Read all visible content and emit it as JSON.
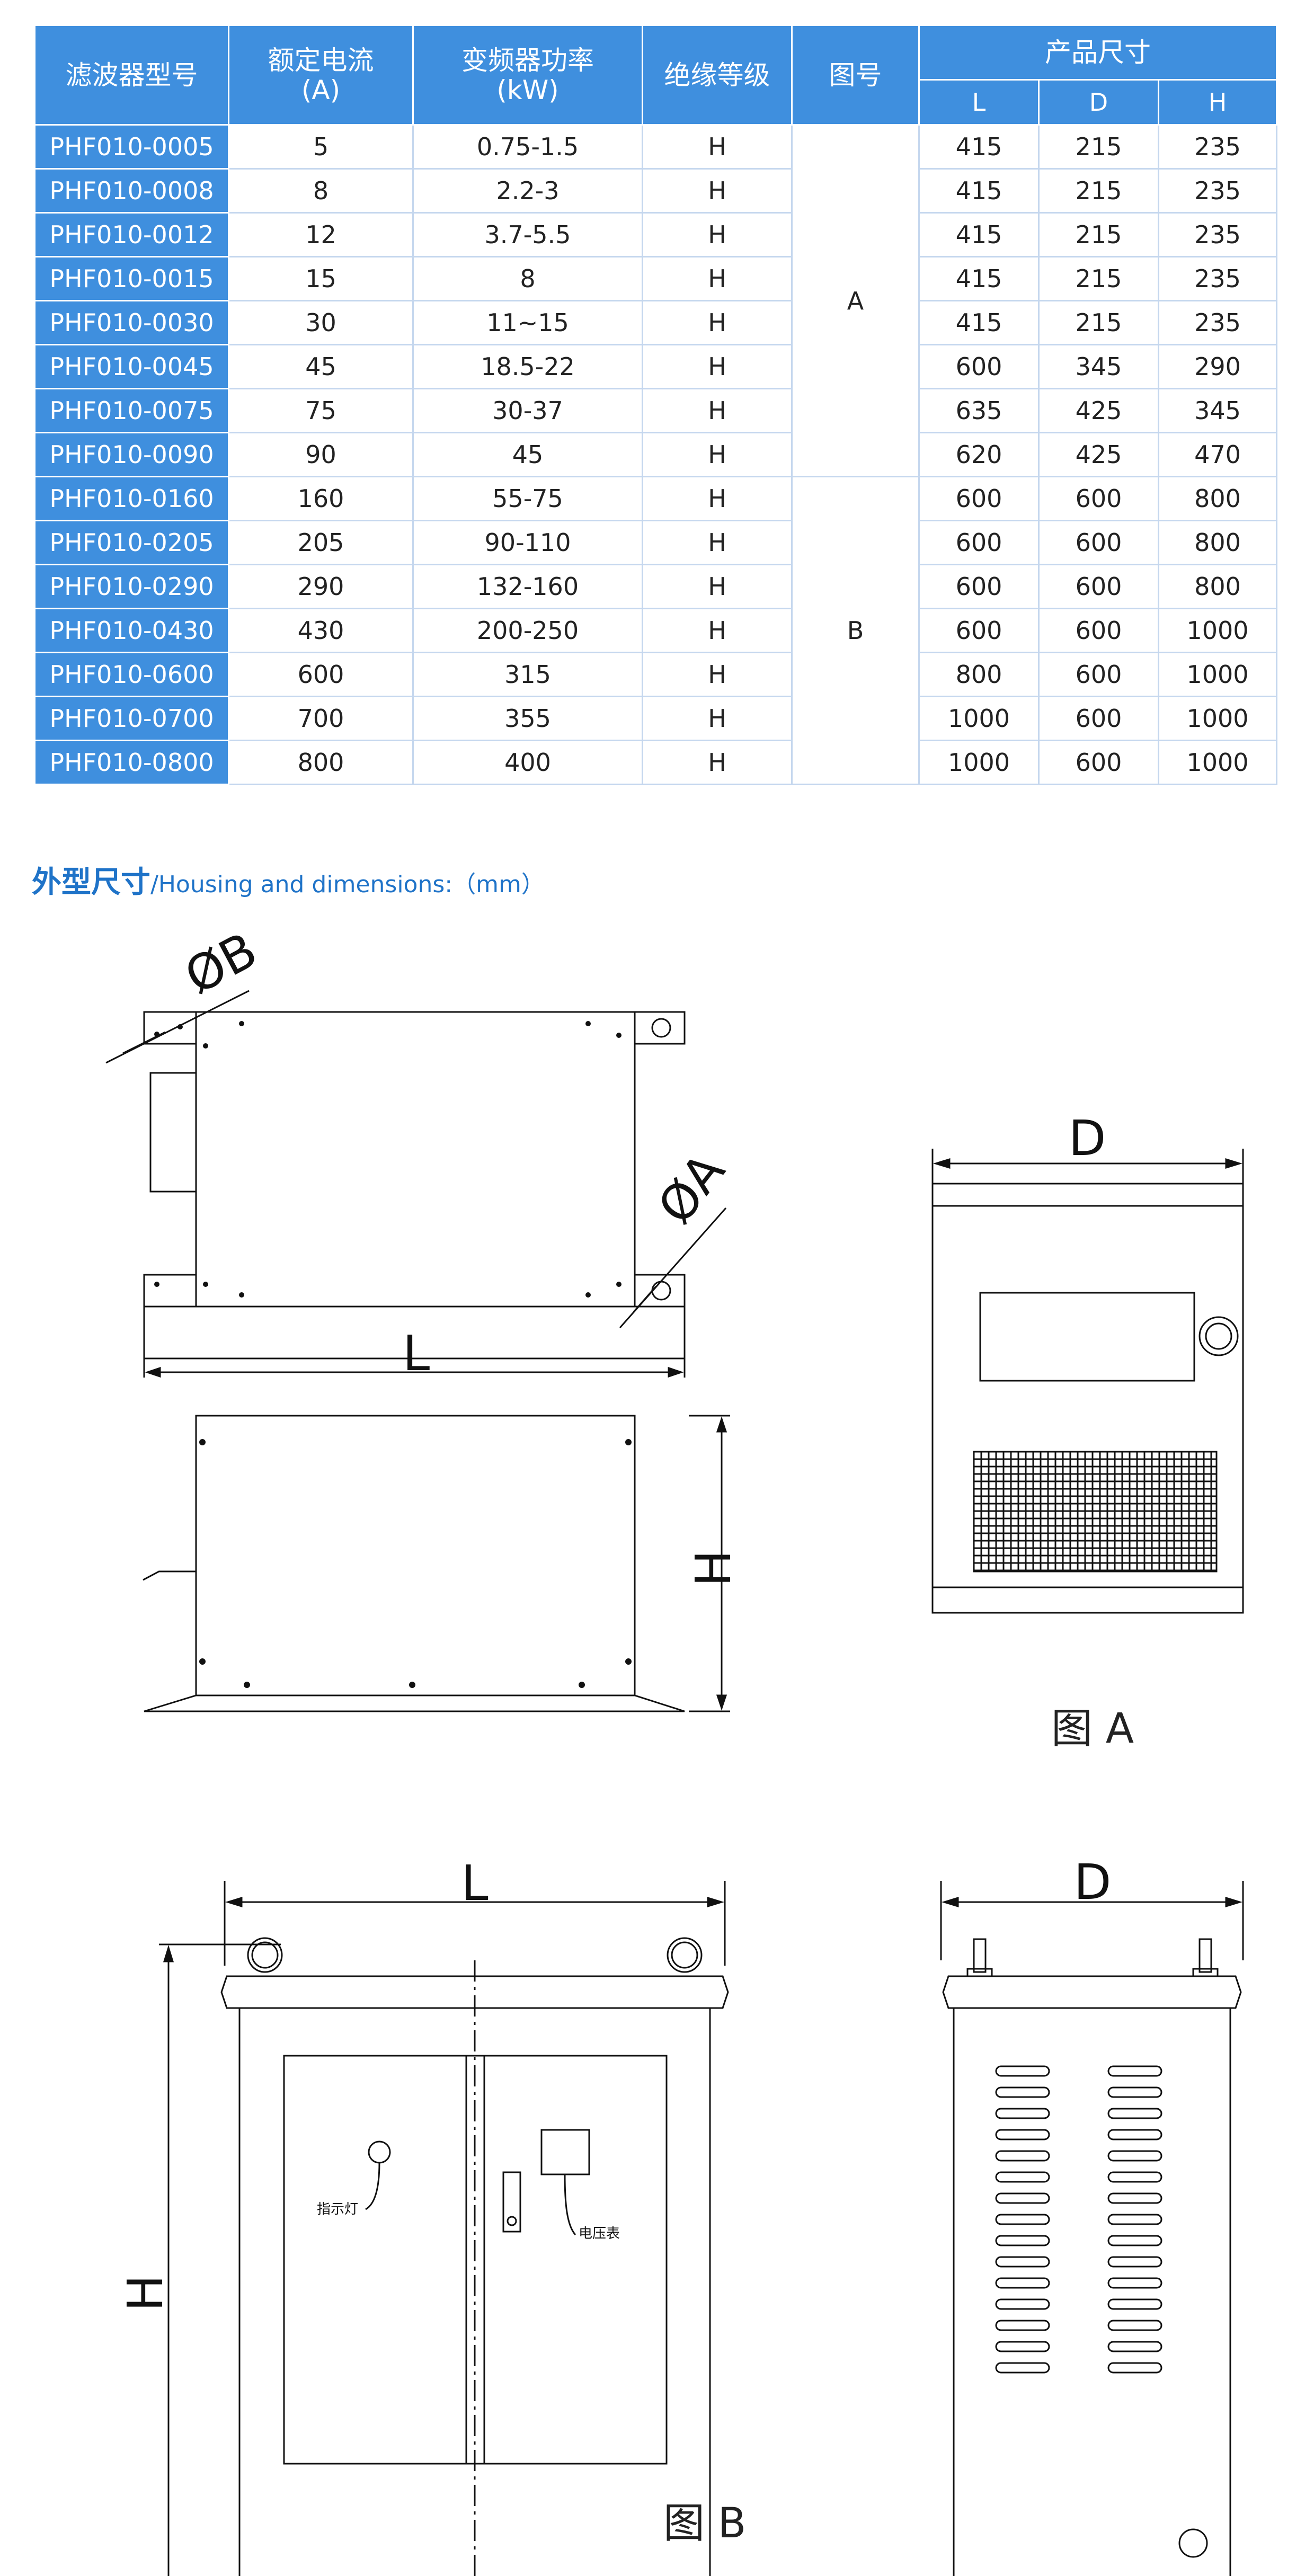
{
  "table": {
    "headers": {
      "model": "滤波器型号",
      "current": "额定电流",
      "current_unit": "(A)",
      "power": "变频器功率",
      "power_unit": "(kW)",
      "insulation": "绝缘等级",
      "figure": "图号",
      "dimensions": "产品尺寸",
      "dim_l": "L",
      "dim_d": "D",
      "dim_h": "H"
    },
    "rows": [
      {
        "model": "PHF010-0005",
        "current": "5",
        "power": "0.75-1.5",
        "insulation": "H",
        "l": "415",
        "d": "215",
        "h": "235"
      },
      {
        "model": "PHF010-0008",
        "current": "8",
        "power": "2.2-3",
        "insulation": "H",
        "l": "415",
        "d": "215",
        "h": "235"
      },
      {
        "model": "PHF010-0012",
        "current": "12",
        "power": "3.7-5.5",
        "insulation": "H",
        "l": "415",
        "d": "215",
        "h": "235"
      },
      {
        "model": "PHF010-0015",
        "current": "15",
        "power": "8",
        "insulation": "H",
        "l": "415",
        "d": "215",
        "h": "235"
      },
      {
        "model": "PHF010-0030",
        "current": "30",
        "power": "11~15",
        "insulation": "H",
        "l": "415",
        "d": "215",
        "h": "235"
      },
      {
        "model": "PHF010-0045",
        "current": "45",
        "power": "18.5-22",
        "insulation": "H",
        "l": "600",
        "d": "345",
        "h": "290"
      },
      {
        "model": "PHF010-0075",
        "current": "75",
        "power": "30-37",
        "insulation": "H",
        "l": "635",
        "d": "425",
        "h": "345"
      },
      {
        "model": "PHF010-0090",
        "current": "90",
        "power": "45",
        "insulation": "H",
        "l": "620",
        "d": "425",
        "h": "470"
      },
      {
        "model": "PHF010-0160",
        "current": "160",
        "power": "55-75",
        "insulation": "H",
        "l": "600",
        "d": "600",
        "h": "800"
      },
      {
        "model": "PHF010-0205",
        "current": "205",
        "power": "90-110",
        "insulation": "H",
        "l": "600",
        "d": "600",
        "h": "800"
      },
      {
        "model": "PHF010-0290",
        "current": "290",
        "power": "132-160",
        "insulation": "H",
        "l": "600",
        "d": "600",
        "h": "800"
      },
      {
        "model": "PHF010-0430",
        "current": "430",
        "power": "200-250",
        "insulation": "H",
        "l": "600",
        "d": "600",
        "h": "1000"
      },
      {
        "model": "PHF010-0600",
        "current": "600",
        "power": "315",
        "insulation": "H",
        "l": "800",
        "d": "600",
        "h": "1000"
      },
      {
        "model": "PHF010-0700",
        "current": "700",
        "power": "355",
        "insulation": "H",
        "l": "1000",
        "d": "600",
        "h": "1000"
      },
      {
        "model": "PHF010-0800",
        "current": "800",
        "power": "400",
        "insulation": "H",
        "l": "1000",
        "d": "600",
        "h": "1000"
      }
    ],
    "figure_groups": [
      {
        "label": "A",
        "rows": 8
      },
      {
        "label": "B",
        "rows": 7
      }
    ]
  },
  "section": {
    "title_zh": "外型尺寸",
    "title_en": "/Housing and dimensions:（mm）"
  },
  "figure_a": {
    "caption": "图 A",
    "label_phi_b": "ØB",
    "label_phi_a": "ØA",
    "label_l": "L",
    "label_h": "H",
    "label_d": "D"
  },
  "figure_b": {
    "caption": "图 B",
    "label_l": "L",
    "label_h": "H",
    "label_d": "D",
    "indicator_label": "指示灯",
    "voltmeter_label": "电压表"
  },
  "colors": {
    "header_blue": "#3f8fde",
    "title_blue": "#1f73c8",
    "grid_line": "#c5d7ee"
  }
}
